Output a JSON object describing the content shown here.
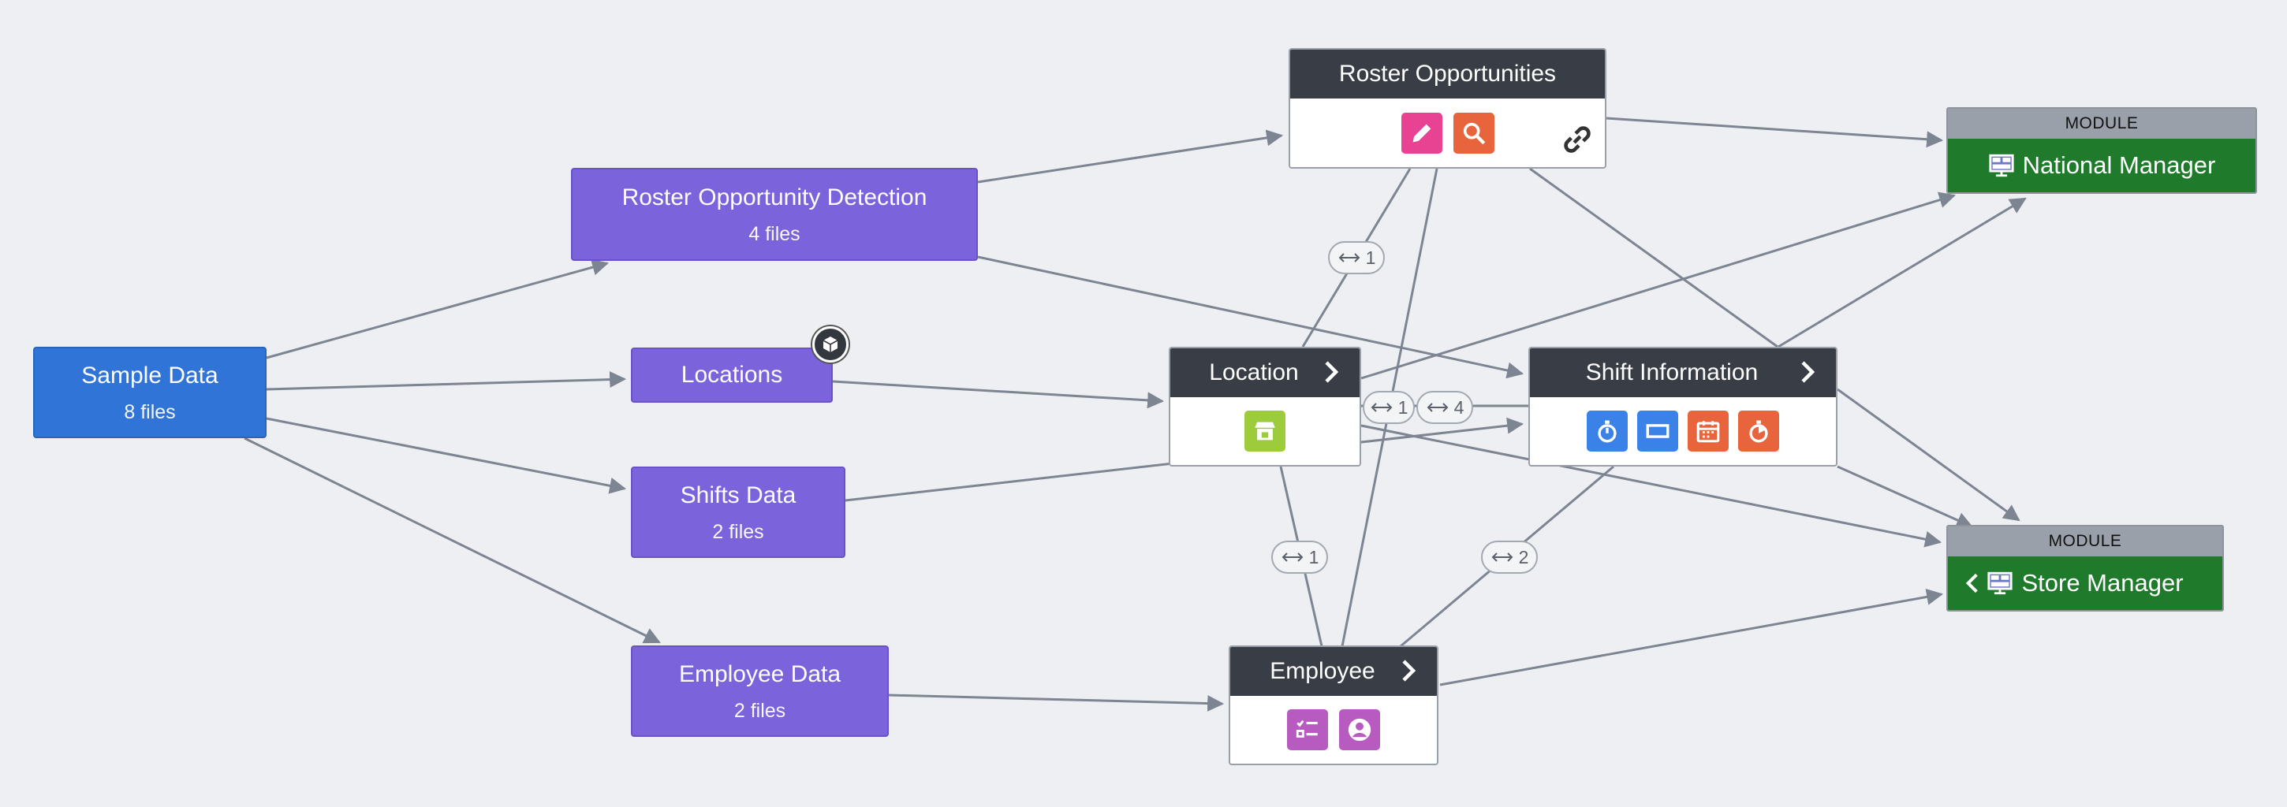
{
  "datasets": {
    "sample_data": {
      "title": "Sample Data",
      "files": "8 files"
    },
    "roster_detection": {
      "title": "Roster Opportunity Detection",
      "files": "4 files"
    },
    "locations": {
      "title": "Locations"
    },
    "shifts_data": {
      "title": "Shifts Data",
      "files": "2 files"
    },
    "employee_data": {
      "title": "Employee Data",
      "files": "2 files"
    }
  },
  "objects": {
    "roster_opportunities": {
      "title": "Roster Opportunities"
    },
    "location": {
      "title": "Location"
    },
    "shift_information": {
      "title": "Shift Information"
    },
    "employee": {
      "title": "Employee"
    }
  },
  "modules": {
    "national_manager": {
      "tag": "MODULE",
      "title": "National Manager"
    },
    "store_manager": {
      "tag": "MODULE",
      "title": "Store Manager"
    }
  },
  "links": {
    "roster_location": "1",
    "location_shift": "1",
    "shift_location_extra": "4",
    "location_employee": "1",
    "shift_employee": "2"
  },
  "colors": {
    "dataset": "#7b63db",
    "source": "#2f74d6",
    "object_header": "#383d46",
    "module": "#1f7a2c",
    "edge": "#7d8592",
    "pink": "#e84393",
    "orange": "#e8643c",
    "lime": "#9ccc3c",
    "icon_blue": "#3b82e8",
    "magenta": "#b85bc0"
  },
  "icons": {
    "roster": [
      "pencil-icon",
      "search-icon",
      "link-icon"
    ],
    "location": [
      "store-icon"
    ],
    "shift": [
      "stopwatch-icon",
      "rectangle-icon",
      "calendar-icon",
      "timer-icon"
    ],
    "employee": [
      "checklist-icon",
      "user-icon"
    ],
    "modules": [
      "dashboard-icon",
      "chevron-left-icon"
    ]
  }
}
